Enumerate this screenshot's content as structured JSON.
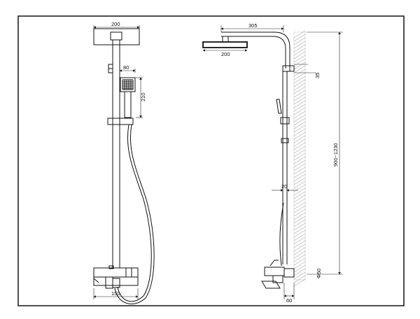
{
  "front_view": {
    "top_width": "200",
    "handle_width": "80",
    "handle_height": "210",
    "outlet_width": "150"
  },
  "side_view": {
    "arm_length": "305",
    "head_width": "200",
    "bracket_offset": "35",
    "total_height": "900~1230",
    "pipe_diameter": "20",
    "wall_distance": "60",
    "inlet_size": "Φ50"
  },
  "colors": {
    "line": "#111111",
    "hatch": "#888888",
    "background": "#ffffff"
  }
}
